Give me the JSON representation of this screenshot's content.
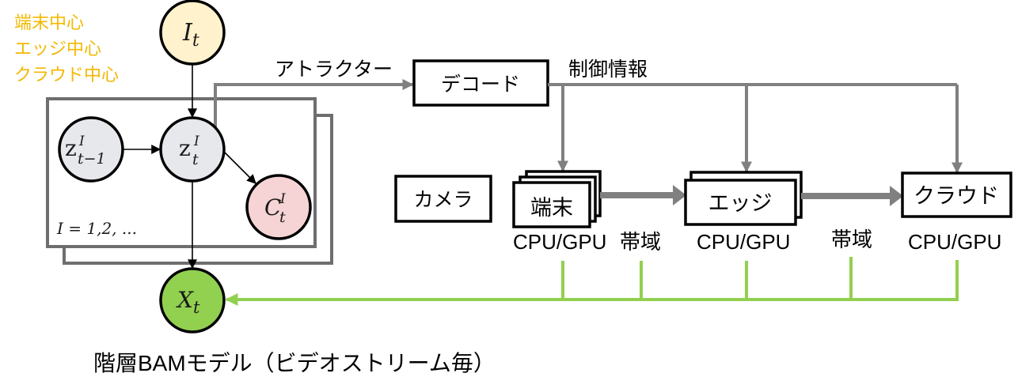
{
  "legend": {
    "items": [
      "端末中心",
      "エッジ中心",
      "クラウド中心"
    ],
    "color": "#F2B800"
  },
  "graphical_model": {
    "nodes": {
      "image": {
        "base": "I",
        "sub": "t",
        "fill": "#FFF2CC"
      },
      "latent_prev": {
        "base": "z",
        "sup": "I",
        "sub": "t−1",
        "fill": "#E7E8EC"
      },
      "latent": {
        "base": "z",
        "sup": "I",
        "sub": "t",
        "fill": "#E7E8EC"
      },
      "control": {
        "base": "C",
        "sup": "I",
        "sub": "t",
        "fill": "#F6D3D4"
      },
      "observation": {
        "base": "X",
        "sub": "t",
        "fill": "#92D050"
      }
    },
    "plate_label": "I = 1,2, ...",
    "caption": "階層BAMモデル（ビデオストリーム毎）"
  },
  "pipeline": {
    "attractor_label": "アトラクター",
    "decode_label": "デコード",
    "control_info_label": "制御情報",
    "camera_label": "カメラ",
    "terminal_label": "端末",
    "edge_label": "エッジ",
    "cloud_label": "クラウド",
    "resource_labels": {
      "terminal_compute": "CPU/GPU",
      "terminal_edge_bandwidth": "帯域",
      "edge_compute": "CPU/GPU",
      "edge_cloud_bandwidth": "帯域",
      "cloud_compute": "CPU/GPU"
    }
  },
  "colors": {
    "control_line": "#808080",
    "data_flow": "#808080",
    "feedback_line": "#92D050",
    "plate": "#6E6E6E"
  }
}
